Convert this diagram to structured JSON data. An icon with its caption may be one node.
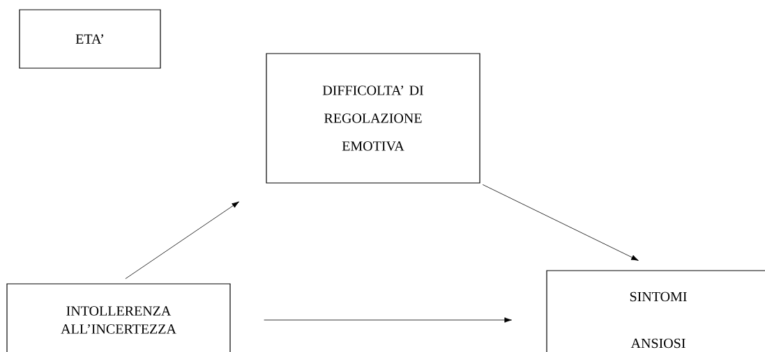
{
  "diagram": {
    "nodes": [
      {
        "text": [
          "ETA’"
        ]
      },
      {
        "text": [
          "DIFFICOLTA’ DI REGOLAZIONE EMOTIVA"
        ]
      },
      {
        "text": [
          "INTOLLERENZA ALL’INCERTEZZA"
        ]
      },
      {
        "text": [
          "SINTOMI ANSIOSI"
        ]
      }
    ],
    "edges": [
      {
        "from": 2,
        "to": 1,
        "arrow": "to"
      },
      {
        "from": 1,
        "to": 3,
        "arrow": "to"
      },
      {
        "from": 2,
        "to": 3,
        "arrow": "to"
      }
    ]
  }
}
